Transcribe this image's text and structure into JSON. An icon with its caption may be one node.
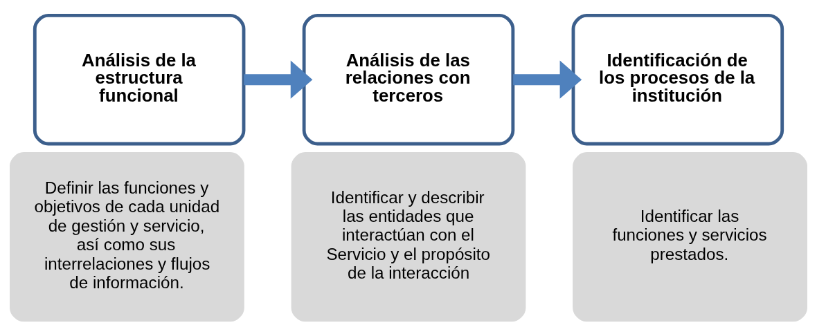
{
  "diagram": {
    "nodes": [
      {
        "text": [
          "Análisis de la estructura funcional"
        ]
      },
      {
        "text": [
          "Definir las funciones y objetivos de cada unidad de gestión y servicio, así como sus interrelaciones y flujos de información."
        ]
      },
      {
        "text": [
          "Análisis de las relaciones con terceros"
        ]
      },
      {
        "text": [
          "Identificar y describir las entidades que interactúan con el Servicio y el propósito de la interacción"
        ]
      },
      {
        "text": [
          "Identificación de los procesos de la institución"
        ]
      },
      {
        "text": [
          "Identificar las funciones y servicios prestados."
        ]
      }
    ],
    "edges": [
      {
        "from": 0,
        "to": 2,
        "arrow": "to"
      },
      {
        "from": 2,
        "to": 4,
        "arrow": "to"
      }
    ]
  }
}
